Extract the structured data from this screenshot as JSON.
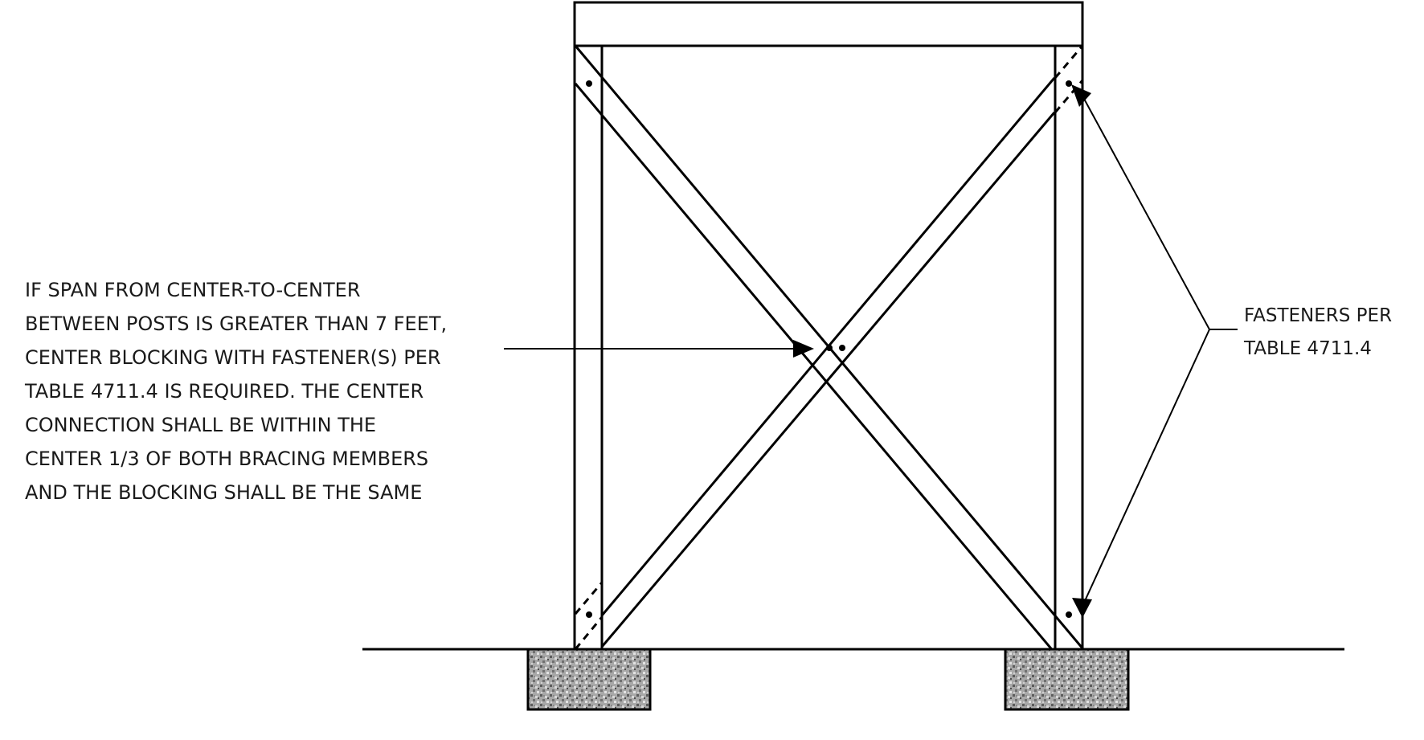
{
  "center_note": {
    "lines": [
      "IF SPAN FROM CENTER-TO-CENTER",
      "BETWEEN POSTS IS GREATER THAN 7 FEET,",
      "CENTER BLOCKING WITH FASTENER(S) PER",
      "TABLE 4711.4 IS REQUIRED. THE CENTER",
      "CONNECTION SHALL BE WITHIN THE",
      "CENTER 1/3 OF BOTH BRACING MEMBERS",
      "AND THE BLOCKING SHALL BE THE SAME"
    ]
  },
  "fastener_note": {
    "lines": [
      "FASTENERS PER",
      "TABLE 4711.4"
    ]
  },
  "colors": {
    "stroke": "#000000",
    "text": "#1a1a1a",
    "footing_fill": "#9a9a9a",
    "background": "#ffffff"
  }
}
